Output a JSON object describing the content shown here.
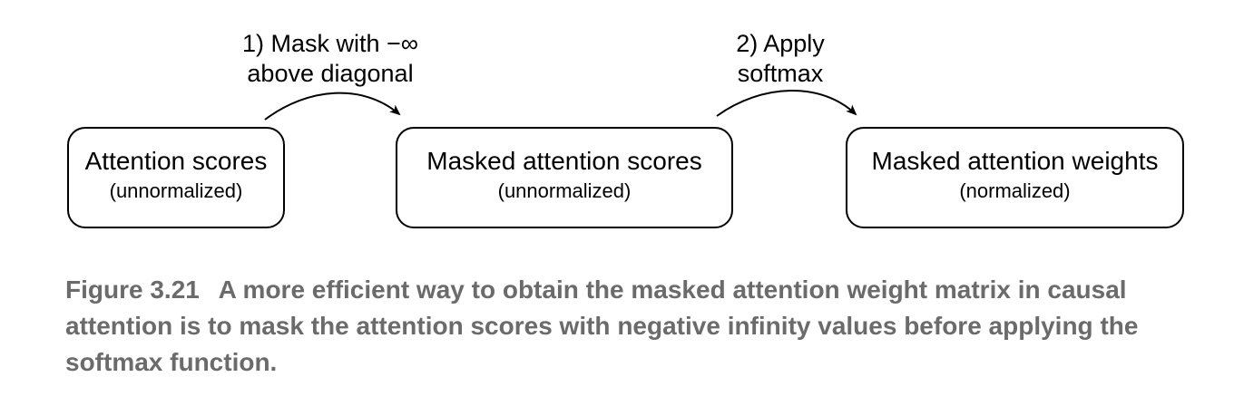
{
  "boxes": [
    {
      "title": "Attention scores",
      "subtitle": "(unnormalized)"
    },
    {
      "title": "Masked attention scores",
      "subtitle": "(unnormalized)"
    },
    {
      "title": "Masked attention weights",
      "subtitle": "(normalized)"
    }
  ],
  "steps": [
    {
      "line1": "1) Mask with −∞",
      "line2": "above diagonal"
    },
    {
      "line1": "2) Apply",
      "line2": "softmax"
    }
  ],
  "caption": {
    "label": "Figure 3.21",
    "text": "A more efficient way to obtain the masked attention weight matrix in causal attention is to mask the attention scores with negative infinity values before applying the softmax function."
  },
  "colors": {
    "stroke": "#000000",
    "caption": "#6b6b6b"
  }
}
